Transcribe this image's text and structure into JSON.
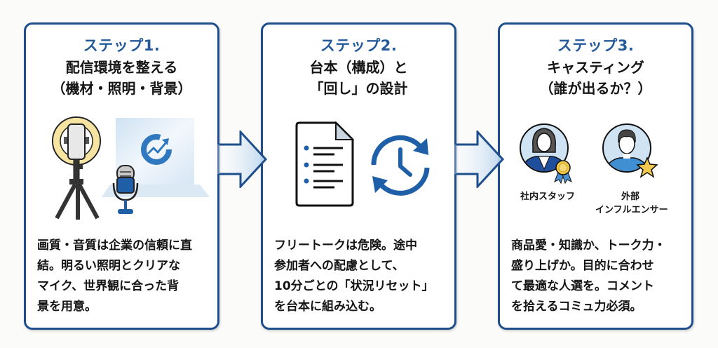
{
  "steps": [
    {
      "label": "ステップ1.",
      "title_lines": [
        "配信環境を整える",
        "（機材・照明・背景）"
      ],
      "body_lines": [
        "画質・音質は企業の信頼に直",
        "結。明るい照明とクリアな",
        "マイク、世界観に合った背",
        "景を用意。"
      ],
      "icons": [
        "ring-light-tripod-icon",
        "microphone-icon",
        "laptop-icon",
        "growth-logo-icon"
      ]
    },
    {
      "label": "ステップ2.",
      "title_lines": [
        "台本（構成）と",
        "「回し」の設計"
      ],
      "body_lines": [
        "フリートークは危険。途中",
        "参加者への配慮として、",
        "10分ごとの「状況リセット」",
        "を台本に組み込む。"
      ],
      "icons": [
        "script-document-icon",
        "clock-cycle-icon"
      ]
    },
    {
      "label": "ステップ3.",
      "title_lines": [
        "キャスティング",
        "（誰が出るか？）"
      ],
      "body_lines": [
        "商品愛・知識か、トーク力・",
        "盛り上げか。目的に合わせ",
        "て最適な人選を。コメント",
        "を拾えるコミュ力必須。"
      ],
      "persons": [
        {
          "label_lines": [
            "社内スタッフ"
          ],
          "icon": "staff-avatar-icon",
          "badge": "award-ribbon-icon"
        },
        {
          "label_lines": [
            "外部",
            "インフルエンサー"
          ],
          "icon": "influencer-avatar-icon",
          "badge": "star-icon"
        }
      ]
    }
  ],
  "colors": {
    "frame": "#1f4e8c",
    "step_label": "#245a9a",
    "accent_blue": "#1f5fa8",
    "light_blue": "#cfe3f3",
    "gold": "#f2c94c"
  }
}
